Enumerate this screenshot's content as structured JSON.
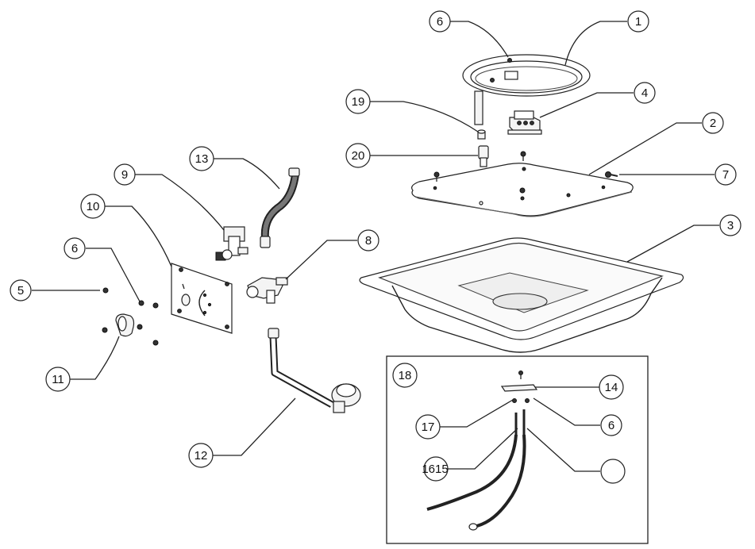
{
  "callouts": {
    "c1": "1",
    "c2": "2",
    "c3": "3",
    "c4": "4",
    "c5": "5",
    "c6a": "6",
    "c6b": "6",
    "c6c": "6",
    "c7": "7",
    "c8": "8",
    "c9": "9",
    "c10": "10",
    "c11": "11",
    "c12": "12",
    "c13": "13",
    "c14": "14",
    "c1615": "1615",
    "c17": "17",
    "c18": "18",
    "c19": "19",
    "c20": "20"
  }
}
